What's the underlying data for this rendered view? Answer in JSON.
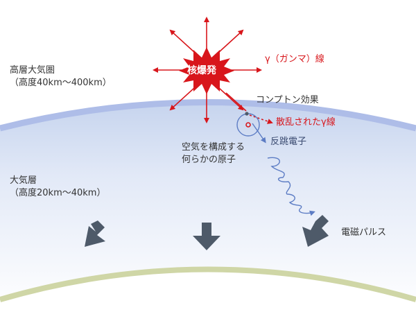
{
  "upper_atmosphere": {
    "name": "高層大気圏",
    "altitude": "（高度40km〜400km）"
  },
  "atmosphere": {
    "name": "大気層",
    "altitude": "（高度20km〜40km）"
  },
  "explosion": {
    "label": "核爆発"
  },
  "gamma_rays": {
    "label": "γ（ガンマ）線"
  },
  "compton": {
    "label": "コンプトン効果"
  },
  "scattered": {
    "label": "散乱されたγ線"
  },
  "atom": {
    "line1": "空気を構成する",
    "line2": "何らかの原子"
  },
  "recoil": {
    "label": "反跳電子"
  },
  "emp": {
    "label": "電磁パルス"
  },
  "colors": {
    "red": "#d8161b",
    "atmosphere_band": "#aebde8",
    "ground": "#cfd6a6",
    "arrow": "#4e5a69",
    "electron_path": "#5c7cc4"
  }
}
